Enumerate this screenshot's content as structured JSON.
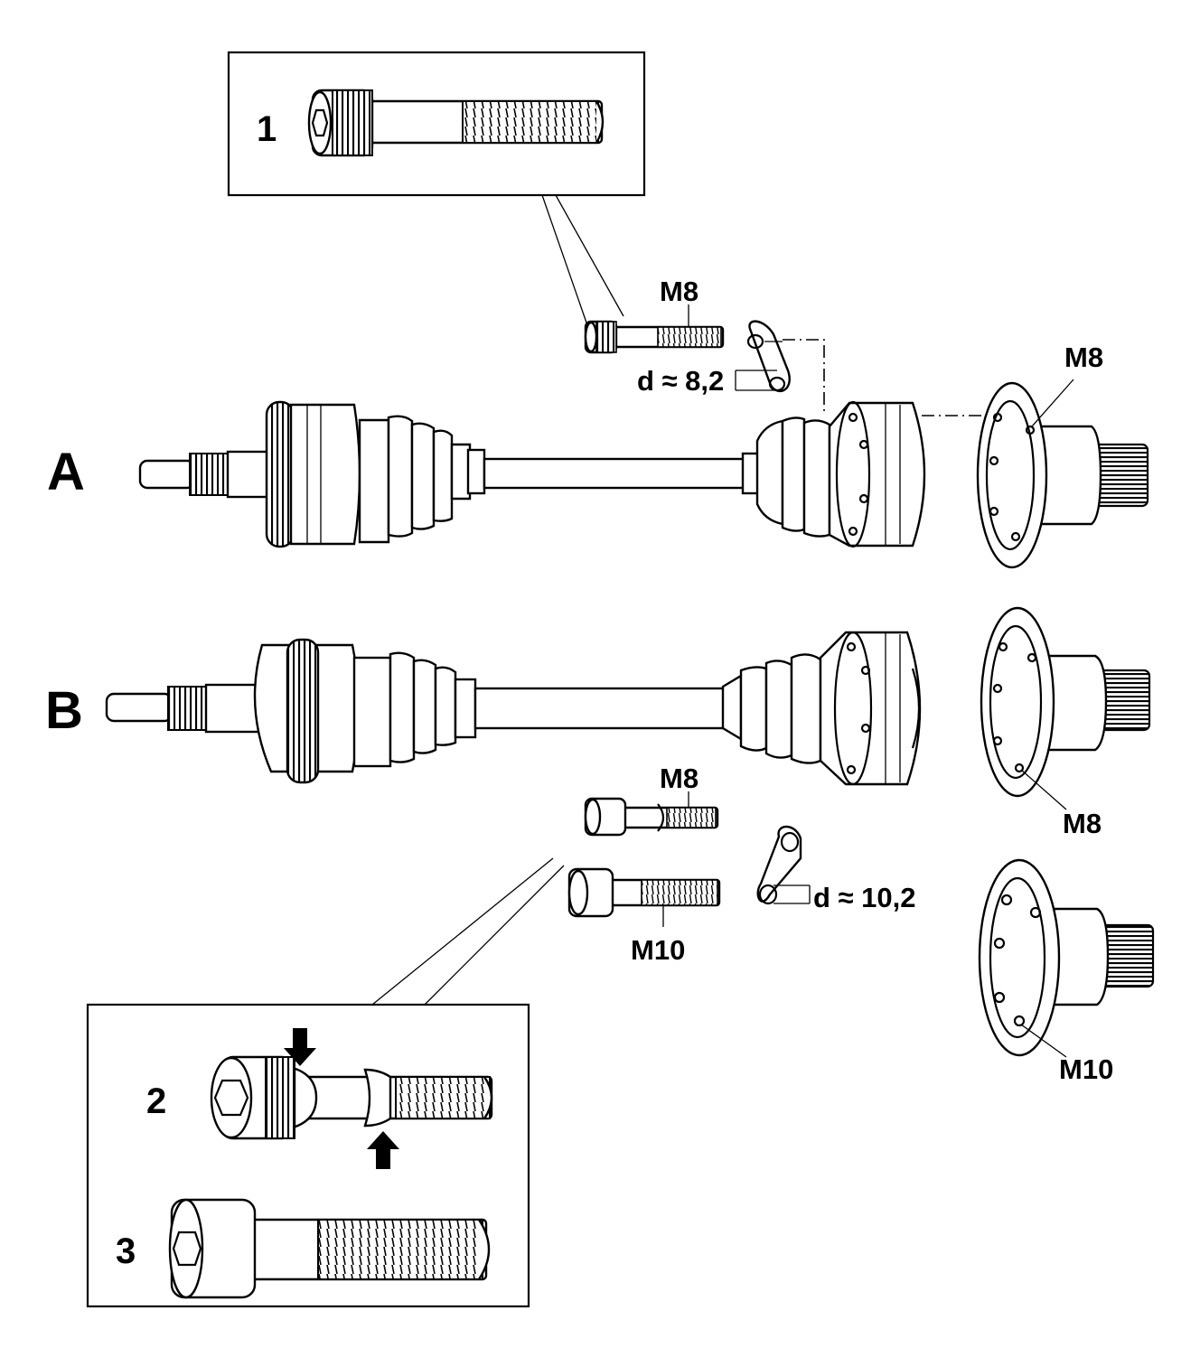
{
  "labels": {
    "assembly_a": "A",
    "assembly_b": "B",
    "detail_1": "1",
    "detail_2": "2",
    "detail_3": "3",
    "a_bolt_thread": "M8",
    "a_washer_dia": "d ≈ 8,2",
    "a_flange_thread": "M8",
    "b_short_bolt_thread": "M8",
    "b_long_bolt_thread": "M10",
    "b_washer_dia": "d ≈ 10,2",
    "b_flange_upper_thread": "M8",
    "b_flange_lower_thread": "M10"
  }
}
